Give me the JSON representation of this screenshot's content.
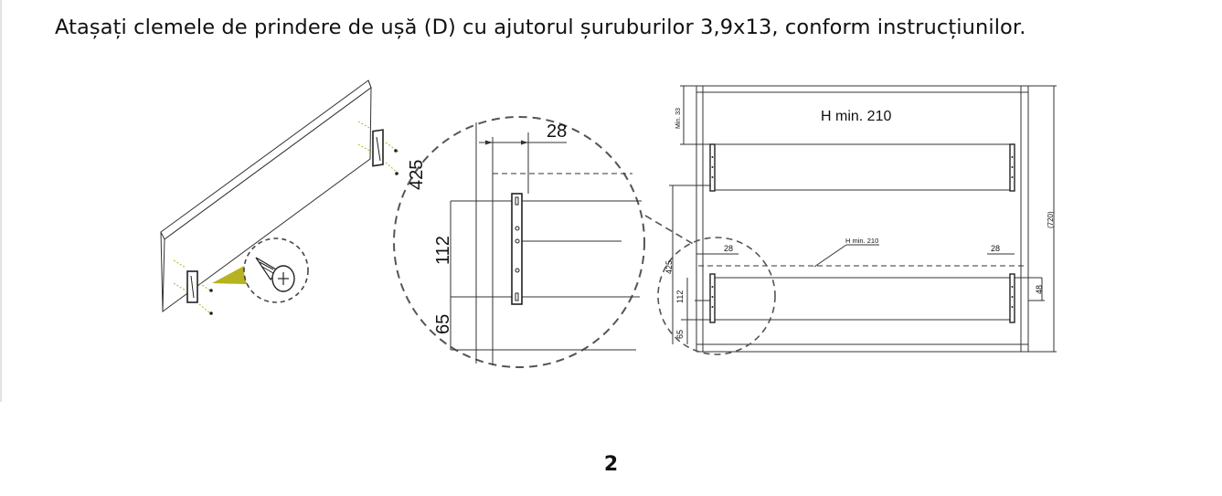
{
  "instruction": "Atașați clemele de prindere de ușă (D) cu ajutorul șuruburilor 3,9x13, conform instrucțiunilor.",
  "page_number": "2",
  "detail": {
    "dim_28": "28",
    "dim_425": "425",
    "dim_112": "112",
    "dim_65": "65"
  },
  "elevation": {
    "h_min_main": "H min. 210",
    "min_33": "Min. 33",
    "h_min_small": "H min. 210",
    "dim_28_left": "28",
    "dim_28_right": "28",
    "dim_425": "425",
    "dim_112": "112",
    "dim_65": "65",
    "dim_48": "48",
    "dim_720": "(720)"
  },
  "colors": {
    "line": "#333333",
    "accent": "#b7b21f"
  }
}
